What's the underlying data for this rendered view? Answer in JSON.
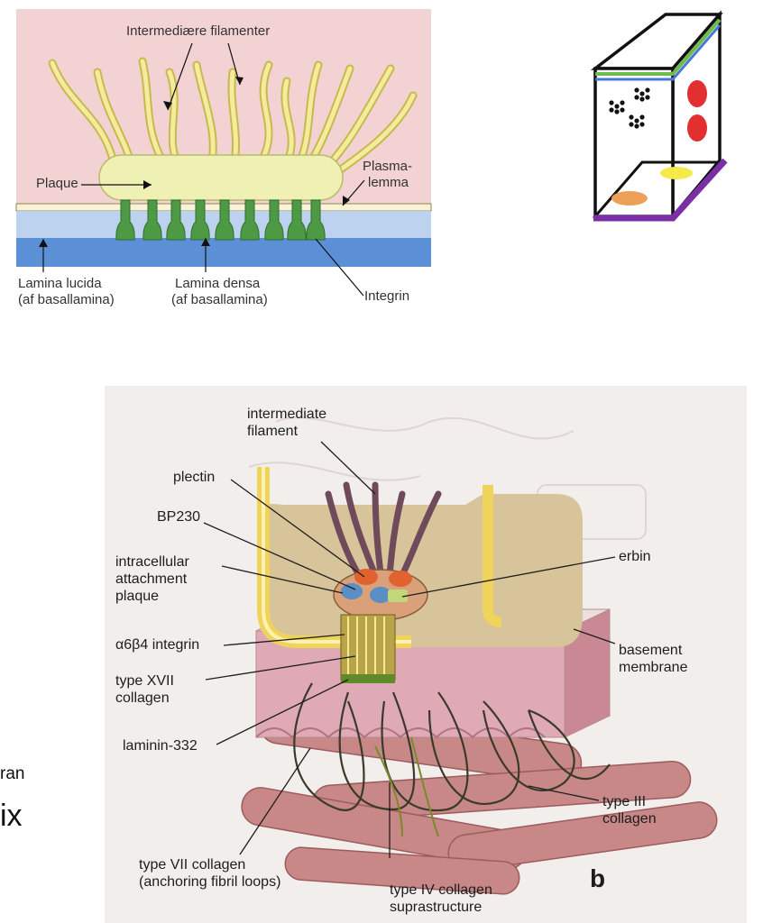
{
  "top_diagram": {
    "labels": {
      "filaments": "Intermediære filamenter",
      "plaque": "Plaque",
      "plasmalemma_1": "Plasma-",
      "plasmalemma_2": "lemma",
      "lucida_1": "Lamina lucida",
      "lucida_2": "(af basallamina)",
      "densa_1": "Lamina densa",
      "densa_2": "(af basallamina)",
      "integrin": "Integrin"
    },
    "colors": {
      "background": "#f3d2d4",
      "plaque": "#eef0b4",
      "filament": "#e8e08a",
      "integrin": "#4e9a44",
      "lucida": "#bcd2ee",
      "densa": "#5b8fd6"
    }
  },
  "icon_box": {
    "colors": {
      "edge": "#111111",
      "green_band": "#6dbb4a",
      "blue_band": "#4a78d8",
      "purple_base": "#7a2fa6",
      "red_dots": "#e23030",
      "yellow_oval": "#f6ea4a",
      "orange_oval": "#eda05a"
    }
  },
  "left_text": {
    "line1": "ran",
    "line2": "ix"
  },
  "bottom_diagram": {
    "labels": {
      "if_1": "intermediate",
      "if_2": "filament",
      "plectin": "plectin",
      "bp230": "BP230",
      "iap_1": "intracellular",
      "iap_2": "attachment",
      "iap_3": "plaque",
      "integrin": "α6β4 integrin",
      "xvii_1": "type XVII",
      "xvii_2": "collagen",
      "laminin": "laminin-332",
      "vii_1": "type VII collagen",
      "vii_2": "(anchoring fibril loops)",
      "iv_1": "type IV collagen",
      "iv_2": "suprastructure",
      "erbin": "erbin",
      "bm_1": "basement",
      "bm_2": "membrane",
      "iii_1": "type III",
      "iii_2": "collagen",
      "panel": "b"
    },
    "colors": {
      "panel_bg": "#f2eeec",
      "cell_tan": "#d8c49a",
      "cell_yellow": "#f0d35a",
      "membrane_pink": "#dfa9b5",
      "collagen": "#c98888",
      "fibril": "#3a3a2a"
    }
  }
}
